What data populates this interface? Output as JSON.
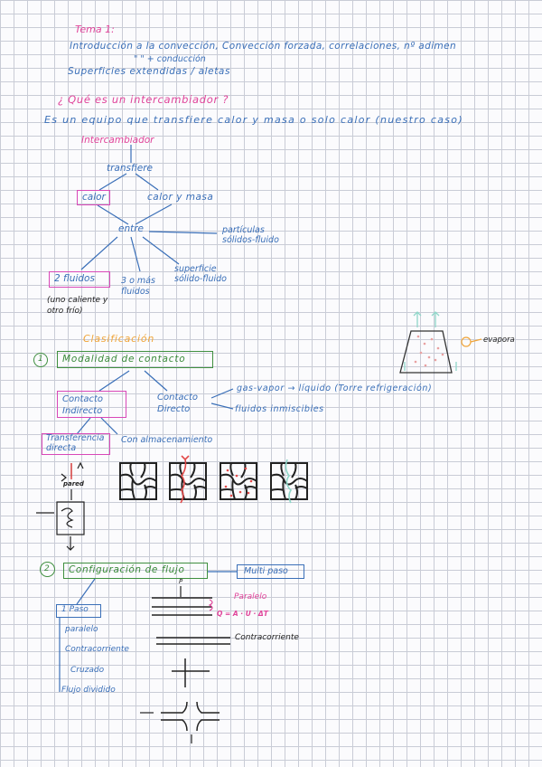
{
  "header": {
    "tema": "Tema 1:",
    "line1": "Introducción a la convección, Convección forzada, correlaciones, nº adimen",
    "line2_marks": "\"            \"  + conducción",
    "line3": "Superficies extendidas / aletas"
  },
  "question": {
    "title": "¿ Qué es un intercambiador ?",
    "answer": "Es un equipo que transfiere calor y masa o solo calor (nuestro caso)"
  },
  "tree1": {
    "root": "Intercambiador",
    "transfiere": "transfiere",
    "calor": "calor",
    "calor_masa": "calor y masa",
    "entre": "entre",
    "dos_fluidos": "2 fluidos",
    "tres_fluidos": "3 o más fluidos",
    "superficie": "superficie sólido-fluido",
    "particulas": "partículas sólidos-fluido",
    "note": "(uno caliente y otro frío)"
  },
  "clasificacion": {
    "title": "Clasificación",
    "evapora": "evapora",
    "item1_number": "1",
    "item1_label": "Modalidad de contacto",
    "contacto_indirecto": "Contacto Indirecto",
    "contacto_directo": "Contacto Directo",
    "gas_vapor": "gas-vapor → líquido (Torre refrigeración)",
    "fluidos_inmiscibles": "fluidos inmiscibles",
    "transferencia_directa": "Transferencia directa",
    "con_almacenamiento": "Con almacenamiento",
    "pared": "pared",
    "item2_number": "2",
    "item2_label": "Configuración de flujo",
    "multi_paso": "Multi paso",
    "un_paso": "1 Paso",
    "paralelo_list": "paralelo",
    "contracorriente_list": "Contracorriente",
    "cruzado_list": "Cruzado",
    "flujo_dividido": "Flujo dividido",
    "paralelo_diagram": "Paralelo",
    "contracorriente_diagram": "Contracorriente",
    "formula": "Q = A · U · ΔT",
    "p_label": "P"
  },
  "colors": {
    "pink": "#e0449a",
    "blue": "#3a6fb8",
    "orange": "#f0a53a",
    "green": "#3a8a3a",
    "grid": "#c9ccd6"
  }
}
